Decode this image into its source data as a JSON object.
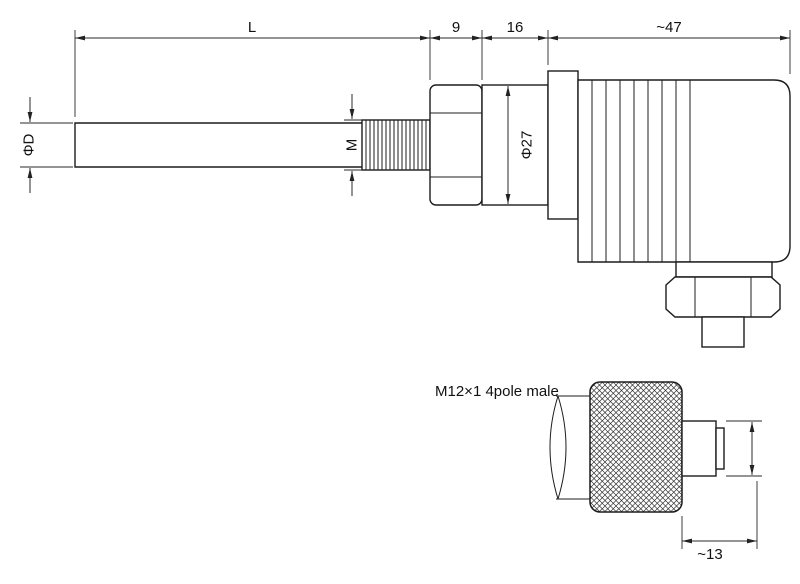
{
  "drawing": {
    "background_color": "#ffffff",
    "line_color": "#1c1c1c",
    "dimensions": {
      "probe_length": "L",
      "hex_length": "9",
      "body_length": "16",
      "head_length": "~47",
      "probe_diameter": "ΦD",
      "thread": "M",
      "body_diameter": "Φ27",
      "tip_length": "~13"
    },
    "labels": {
      "connector": "M12×1 4pole male"
    }
  }
}
